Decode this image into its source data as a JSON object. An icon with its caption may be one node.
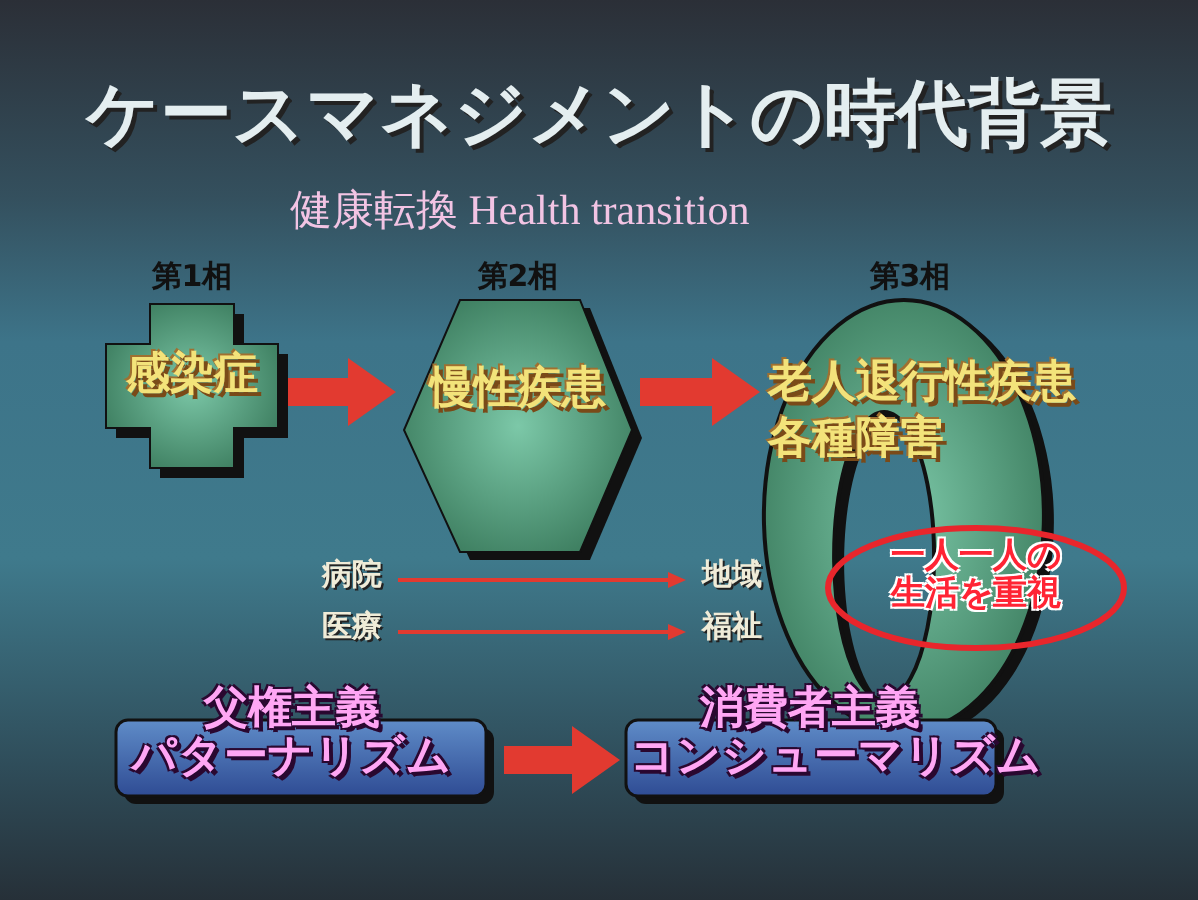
{
  "diagram": {
    "title": "ケースマネジメントの時代背景",
    "nodes": [
      {
        "text": [
          "第1相",
          "感染症"
        ]
      },
      {
        "text": [
          "第2相",
          "慢性疾患"
        ]
      },
      {
        "text": [
          "第3相",
          "老人退行性疾患",
          "各種障害"
        ]
      },
      {
        "text": [
          "一人一人の生活を重視"
        ]
      },
      {
        "text": [
          "病院"
        ]
      },
      {
        "text": [
          "地域"
        ]
      },
      {
        "text": [
          "医療"
        ]
      },
      {
        "text": [
          "福祉"
        ]
      },
      {
        "text": [
          "父権主義",
          "パターナリズム"
        ]
      },
      {
        "text": [
          "消費者主義",
          "コンシューマリズム"
        ]
      }
    ],
    "edges": [
      {
        "from": 0,
        "to": 1,
        "arrow": "to"
      },
      {
        "from": 1,
        "to": 2,
        "arrow": "to"
      },
      {
        "from": 4,
        "to": 5,
        "arrow": "to"
      },
      {
        "from": 6,
        "to": 7,
        "arrow": "to"
      },
      {
        "from": 8,
        "to": 9,
        "arrow": "to"
      }
    ],
    "labels": [
      "健康転換 Health transition"
    ]
  }
}
